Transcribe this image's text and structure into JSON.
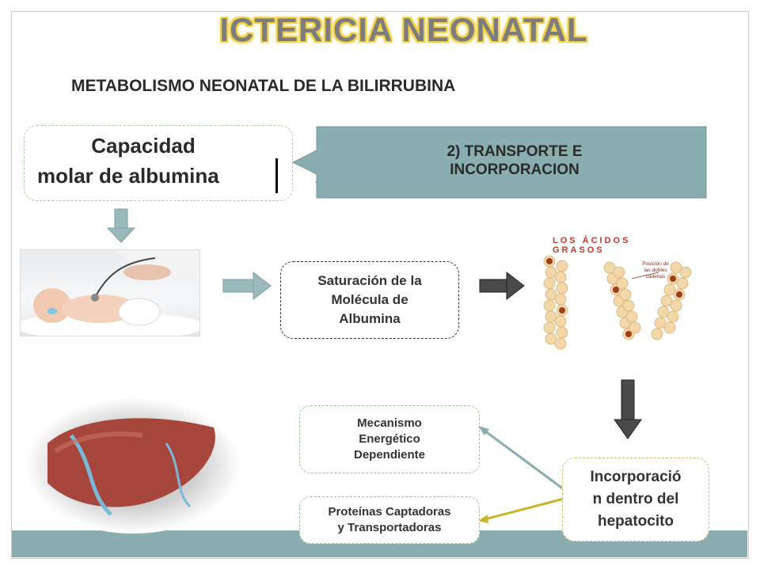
{
  "title": "ICTERICIA NEONATAL",
  "subtitle": "METABOLISMO NEONATAL DE LA BILIRRUBINA",
  "capacity_box": {
    "line1": "Capacidad",
    "line2": "molar de albumina"
  },
  "transport_box": {
    "line1": "2) TRANSPORTE E",
    "line2": "INCORPORACION"
  },
  "saturation_box": {
    "line1": "Saturación de la",
    "line2": "Molécula de",
    "line3": "Albumina"
  },
  "fatty_acids_image": {
    "title": "LOS ÁCIDOS GRASOS",
    "label_line1": "Posición de",
    "label_line2": "las dobles",
    "label_line3": "cadenas"
  },
  "mechanism_box": {
    "line1": "Mecanismo",
    "line2": "Energético",
    "line3": "Dependiente"
  },
  "proteins_box": {
    "line1": "Proteínas Captadoras",
    "line2": "y Transportadoras"
  },
  "incorporation_box": {
    "line1": "Incorporació",
    "line2": "n dentro del",
    "line3": "hepatocito"
  },
  "colors": {
    "band": "#8aaeb0",
    "transport_fill": "#8aaeb0",
    "title_glow": "#f3d24a",
    "connector_blue": "#8aaeb0",
    "connector_yellow": "#c9b52a"
  }
}
